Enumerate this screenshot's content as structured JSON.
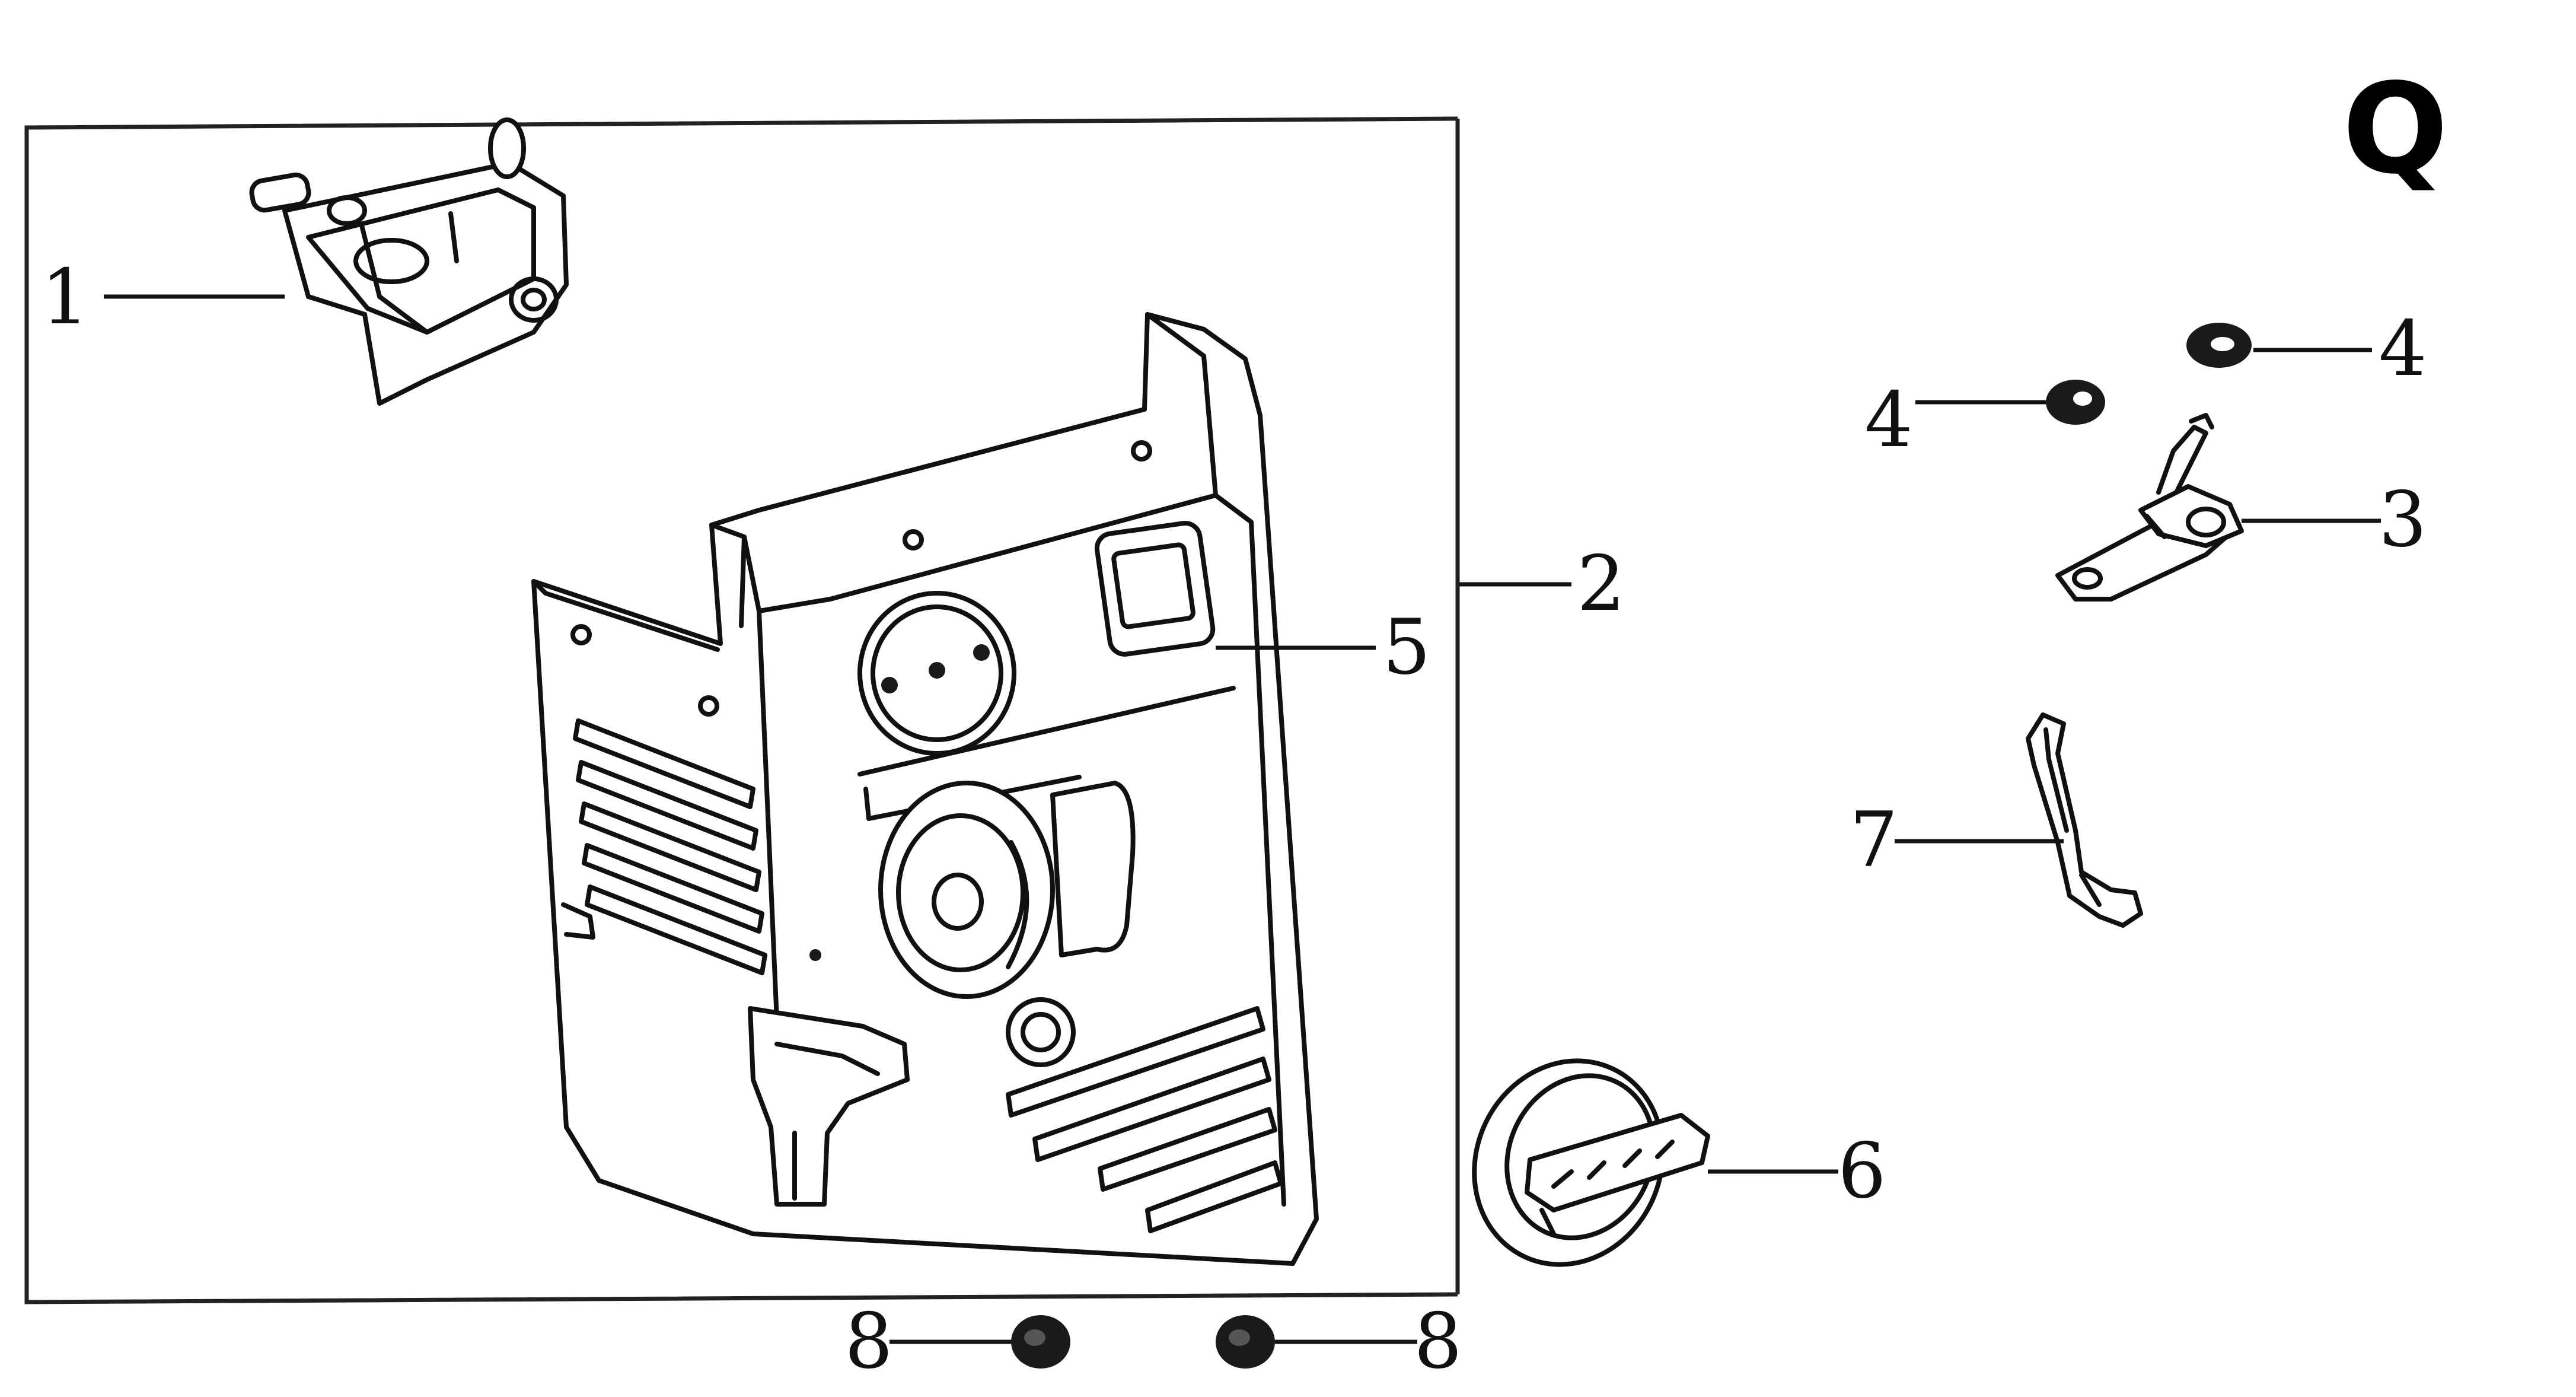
{
  "diagram": {
    "sheet_letter": "Q",
    "callouts": {
      "c1": "1",
      "c2": "2",
      "c3": "3",
      "c4a": "4",
      "c4b": "4",
      "c5": "5",
      "c6": "6",
      "c7": "7",
      "c8a": "8",
      "c8b": "8"
    }
  }
}
